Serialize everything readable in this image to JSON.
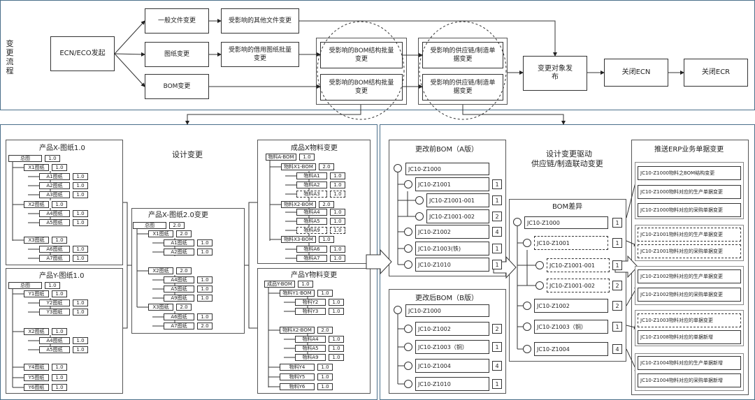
{
  "flow": {
    "side_label": "变更流程",
    "start": "ECN/ECO发起",
    "doc_change": "一般文件变更",
    "doc_affected": "受影响的其他文件变更",
    "drawing_change": "图纸变更",
    "drawing_affected": "受影响的借用图纸批量变更",
    "bom_change": "BOM变更",
    "bom_batch_1": "受影响的BOM结构批量变更",
    "bom_batch_2": "受影响的BOM结构批量变更",
    "supply_1": "受影响的供应链/制造单据变更",
    "supply_2": "受影响的供应链/制造单据变更",
    "publish": "变更对象发布",
    "close_ecn": "关闭ECN",
    "close_ecr": "关闭ECR"
  },
  "design": {
    "title": "设计变更",
    "x10": {
      "title": "产品X-图纸1.0",
      "rows": [
        {
          "n": "总图",
          "v": "1.0"
        },
        {
          "n": "X1图纸",
          "v": "1.0"
        },
        {
          "n": "A1图纸",
          "v": "1.0"
        },
        {
          "n": "A2图纸",
          "v": "1.0"
        },
        {
          "n": "A3图纸",
          "v": "1.0"
        },
        {
          "n": "X2图纸",
          "v": "1.0"
        },
        {
          "n": "A4图纸",
          "v": "1.0"
        },
        {
          "n": "A5图纸",
          "v": "1.0"
        },
        {
          "n": "X3图纸",
          "v": "1.0"
        },
        {
          "n": "A6图纸",
          "v": "1.0"
        },
        {
          "n": "A7图纸",
          "v": "1.0"
        }
      ]
    },
    "y10": {
      "title": "产品Y-图纸1.0",
      "rows": [
        {
          "n": "总图",
          "v": "1.0"
        },
        {
          "n": "Y1图纸",
          "v": "1.0"
        },
        {
          "n": "Y2图纸",
          "v": "1.0"
        },
        {
          "n": "Y3图纸",
          "v": "1.0"
        },
        {
          "n": "X2图纸",
          "v": "1.0"
        },
        {
          "n": "A4图纸",
          "v": "1.0"
        },
        {
          "n": "A5图纸",
          "v": "1.0"
        },
        {
          "n": "Y4图纸",
          "v": "1.0"
        },
        {
          "n": "Y5图纸",
          "v": "1.0"
        },
        {
          "n": "Y6图纸",
          "v": "1.0"
        }
      ]
    },
    "x20": {
      "title": "产品X-图纸2.0变更",
      "rows": [
        {
          "n": "总图",
          "v": "2.0"
        },
        {
          "n": "X1图纸",
          "v": "2.0"
        },
        {
          "n": "A1图纸",
          "v": "1.0"
        },
        {
          "n": "A2图纸",
          "v": "1.0"
        },
        {
          "n": "X2图纸",
          "v": "2.0"
        },
        {
          "n": "A4图纸",
          "v": "1.0"
        },
        {
          "n": "A5图纸",
          "v": "1.0"
        },
        {
          "n": "A9图纸",
          "v": "1.0"
        },
        {
          "n": "X3图纸",
          "v": "2.0"
        },
        {
          "n": "A6图纸",
          "v": "1.0"
        },
        {
          "n": "A7图纸",
          "v": "2.0"
        }
      ]
    },
    "matx": {
      "title": "成品X物料变更",
      "rows": [
        {
          "n": "物料A-BOM",
          "v": "1.0"
        },
        {
          "n": "物料X1-BOM",
          "v": "2.0"
        },
        {
          "n": "物料A1",
          "v": "1.0"
        },
        {
          "n": "物料A2",
          "v": "1.0"
        },
        {
          "n": "物料A3",
          "v": "1.0"
        },
        {
          "n": "物料X2-BOM",
          "v": "2.0"
        },
        {
          "n": "物料A4",
          "v": "1.0"
        },
        {
          "n": "物料A5",
          "v": "1.0"
        },
        {
          "n": "物料A9",
          "v": "1.0"
        },
        {
          "n": "物料X3-BOM",
          "v": "1.0"
        },
        {
          "n": "物料A6",
          "v": "1.0"
        },
        {
          "n": "物料A7",
          "v": "1.0"
        }
      ]
    },
    "maty": {
      "title": "产品Y物料变更",
      "rows": [
        {
          "n": "成品Y-BOM",
          "v": "1.0"
        },
        {
          "n": "物料Y1-BOM",
          "v": "1.0"
        },
        {
          "n": "物料Y2",
          "v": "1.0"
        },
        {
          "n": "物料Y3",
          "v": "1.0"
        },
        {
          "n": "物料X2-BOM",
          "v": "2.0"
        },
        {
          "n": "物料A4",
          "v": "1.0"
        },
        {
          "n": "物料A5",
          "v": "1.0"
        },
        {
          "n": "物料A9",
          "v": "1.0"
        },
        {
          "n": "物料Y4",
          "v": "1.0"
        },
        {
          "n": "物料Y5",
          "v": "1.0"
        },
        {
          "n": "物料Y6",
          "v": "1.0"
        }
      ]
    }
  },
  "supply": {
    "title_line1": "设计变更驱动",
    "title_line2": "供应链/制造联动变更",
    "before": {
      "title": "更改前BOM（A版）",
      "root": "JC10-Z1000",
      "items": [
        {
          "n": "JC10-Z1001",
          "q": "1"
        },
        {
          "n": "JC10-Z1001-001",
          "q": "1"
        },
        {
          "n": "JC10-Z1001-002",
          "q": "2"
        },
        {
          "n": "JC10-Z1002",
          "q": "4"
        },
        {
          "n": "JC10-Z1003(铁)",
          "q": "1"
        },
        {
          "n": "JC10-Z1010",
          "q": "1"
        }
      ]
    },
    "after": {
      "title": "更改后BOM（B版）",
      "root": "JC10-Z1000",
      "items": [
        {
          "n": "JC10-Z1002",
          "q": "2"
        },
        {
          "n": "JC10-Z1003（铜）",
          "q": "1"
        },
        {
          "n": "JC10-Z1004",
          "q": "4"
        },
        {
          "n": "JC10-Z1010",
          "q": "1"
        }
      ]
    },
    "diff": {
      "title": "BOM差异",
      "root": "JC10-Z1000",
      "root_q": "1",
      "items": [
        {
          "n": "JC10-Z1001",
          "q": "1"
        },
        {
          "n": "JC10-Z1001-001",
          "q": "1"
        },
        {
          "n": "JC10-Z1001-002",
          "q": "2"
        },
        {
          "n": "JC10-Z1002",
          "q": "2"
        },
        {
          "n": "JC10-Z1003（铜）",
          "q": "1"
        },
        {
          "n": "JC10-Z1004",
          "q": "4"
        }
      ]
    },
    "erp": {
      "title": "推送ERP业务单据变更",
      "items": [
        "JC10-Z1000物料之BOM结构变更",
        "JC10-Z1000物料对应的生产单据变更",
        "JC10-Z1000物料对应的采购单据变更",
        "JC10-Z1001物料对应的生产单据变更",
        "JC10-Z1001物料对应的采购单据变更",
        "JC10-Z1002物料对应的生产单据变更",
        "JC10-Z1002物料对应的采购单据变更",
        "JC10-Z1003物料对应的单据变更",
        "JC10-Z1008物料对应的单据新增",
        "JC10-Z1004物料对应的生产单据新增",
        "JC10-Z1004物料对应的采购单据新增"
      ]
    }
  },
  "colors": {
    "frame": "#4a6f8a",
    "line": "#333333",
    "accent": "#1f4e79"
  }
}
